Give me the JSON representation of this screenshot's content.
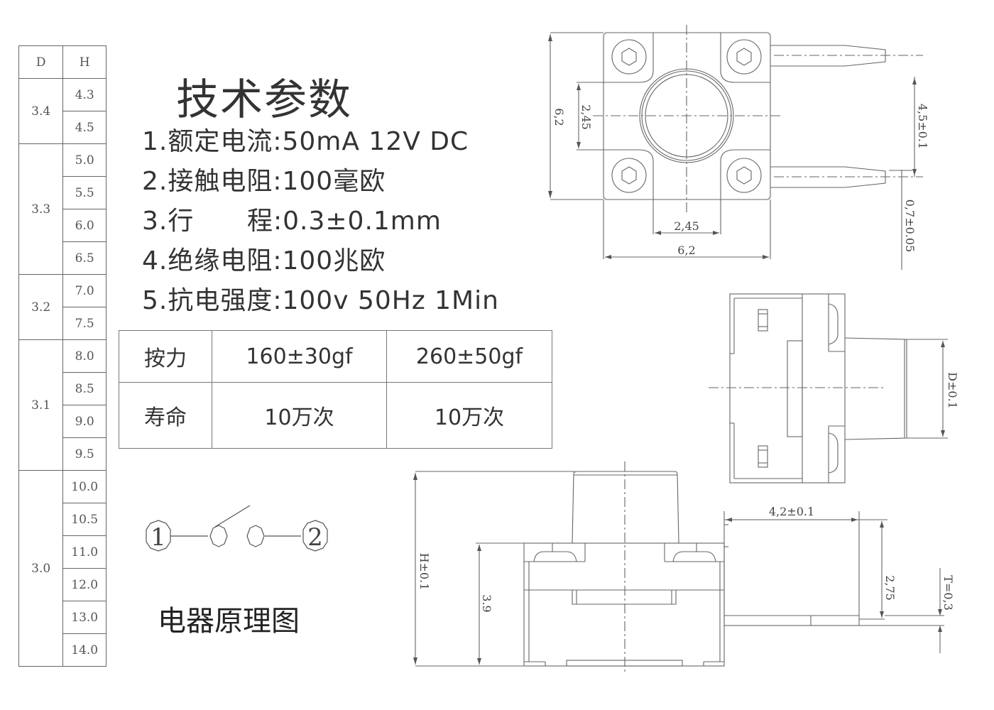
{
  "dh_table": {
    "headers": {
      "d": "D",
      "h": "H"
    },
    "groups": [
      {
        "d": "3.4",
        "h": [
          "4.3",
          "4.5"
        ]
      },
      {
        "d": "3.3",
        "h": [
          "5.0",
          "5.5",
          "6.0",
          "6.5"
        ]
      },
      {
        "d": "3.2",
        "h": [
          "7.0",
          "7.5"
        ]
      },
      {
        "d": "3.1",
        "h": [
          "8.0",
          "8.5",
          "9.0",
          "9.5"
        ]
      },
      {
        "d": "3.0",
        "h": [
          "10.0",
          "10.5",
          "11.0",
          "12.0",
          "13.0",
          "14.0"
        ]
      }
    ]
  },
  "specs": {
    "title": "技术参数",
    "items": [
      "1.额定电流:50mA 12V DC",
      "2.接触电阻:100毫欧",
      "3.行      程:0.3±0.1mm",
      "4.绝缘电阻:100兆欧",
      "5.抗电强度:100v 50Hz 1Min"
    ]
  },
  "force_life_table": {
    "rows": [
      {
        "label": "按力",
        "values": [
          "160±30gf",
          "260±50gf"
        ]
      },
      {
        "label": "寿命",
        "values": [
          "10万次",
          "10万次"
        ]
      }
    ]
  },
  "schematic": {
    "terminal_1": "1",
    "terminal_2": "2",
    "caption": "电器原理图"
  },
  "top_view": {
    "dim_height": "6,2",
    "dim_inner_height": "2,45",
    "dim_inner_width": "2,45",
    "dim_width": "6,2",
    "dim_pin_pitch": "4,5±0.1",
    "dim_pin_width": "0,7±0.05"
  },
  "side_view_right": {
    "dim_plunger": "D±0.1"
  },
  "front_view": {
    "dim_total_height": "H±0.1",
    "dim_body_height": "3.9",
    "dim_depth": "4,2±0.1",
    "dim_side_height": "2,75",
    "dim_thickness": "T=0,3"
  },
  "colors": {
    "line": "#666666",
    "text": "#333333",
    "background": "#ffffff"
  }
}
